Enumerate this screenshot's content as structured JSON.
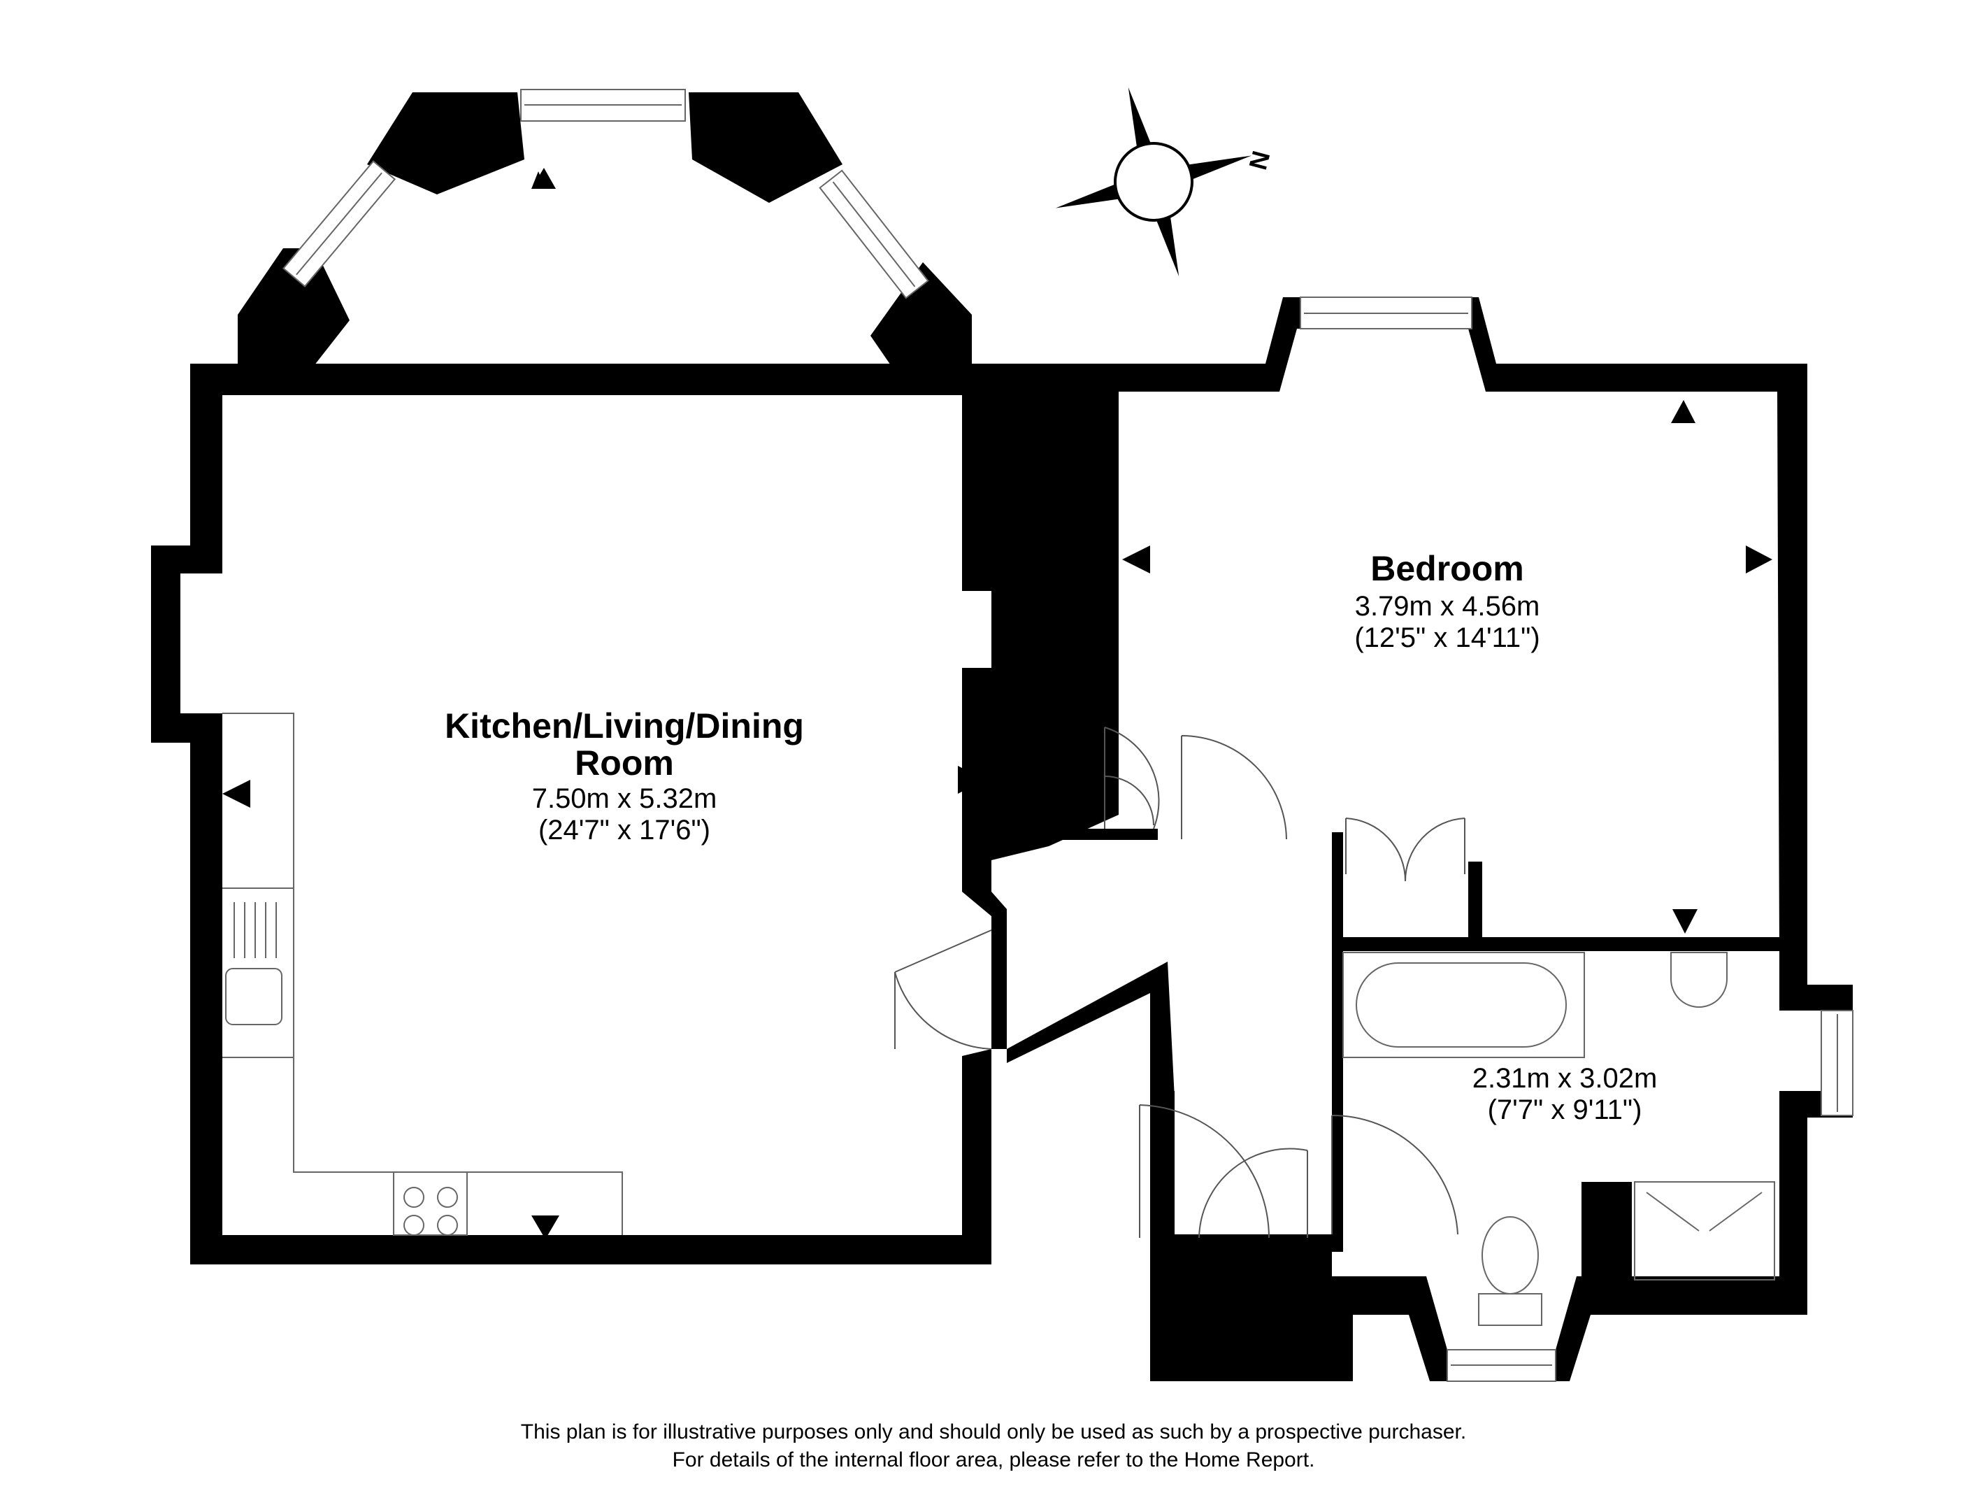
{
  "rooms": {
    "kitchen": {
      "name_line1": "Kitchen/Living/Dining",
      "name_line2": "Room",
      "metric": "7.50m x 5.32m",
      "imperial": "(24'7\" x 17'6\")"
    },
    "bedroom": {
      "name": "Bedroom",
      "metric": "3.79m x 4.56m",
      "imperial": "(12'5\" x 14'11\")"
    },
    "bathroom": {
      "metric": "2.31m x 3.02m",
      "imperial": "(7'7\" x 9'11\")"
    }
  },
  "compass": {
    "label": "N",
    "icon": "compass-rose-icon"
  },
  "disclaimer": {
    "line1": "This plan is for illustrative purposes only and should only be used as such by a prospective purchaser.",
    "line2": "For details of the internal floor area, please refer to the Home Report."
  },
  "colors": {
    "wall": "#000000",
    "fixture_stroke": "#555555",
    "background": "#ffffff"
  }
}
